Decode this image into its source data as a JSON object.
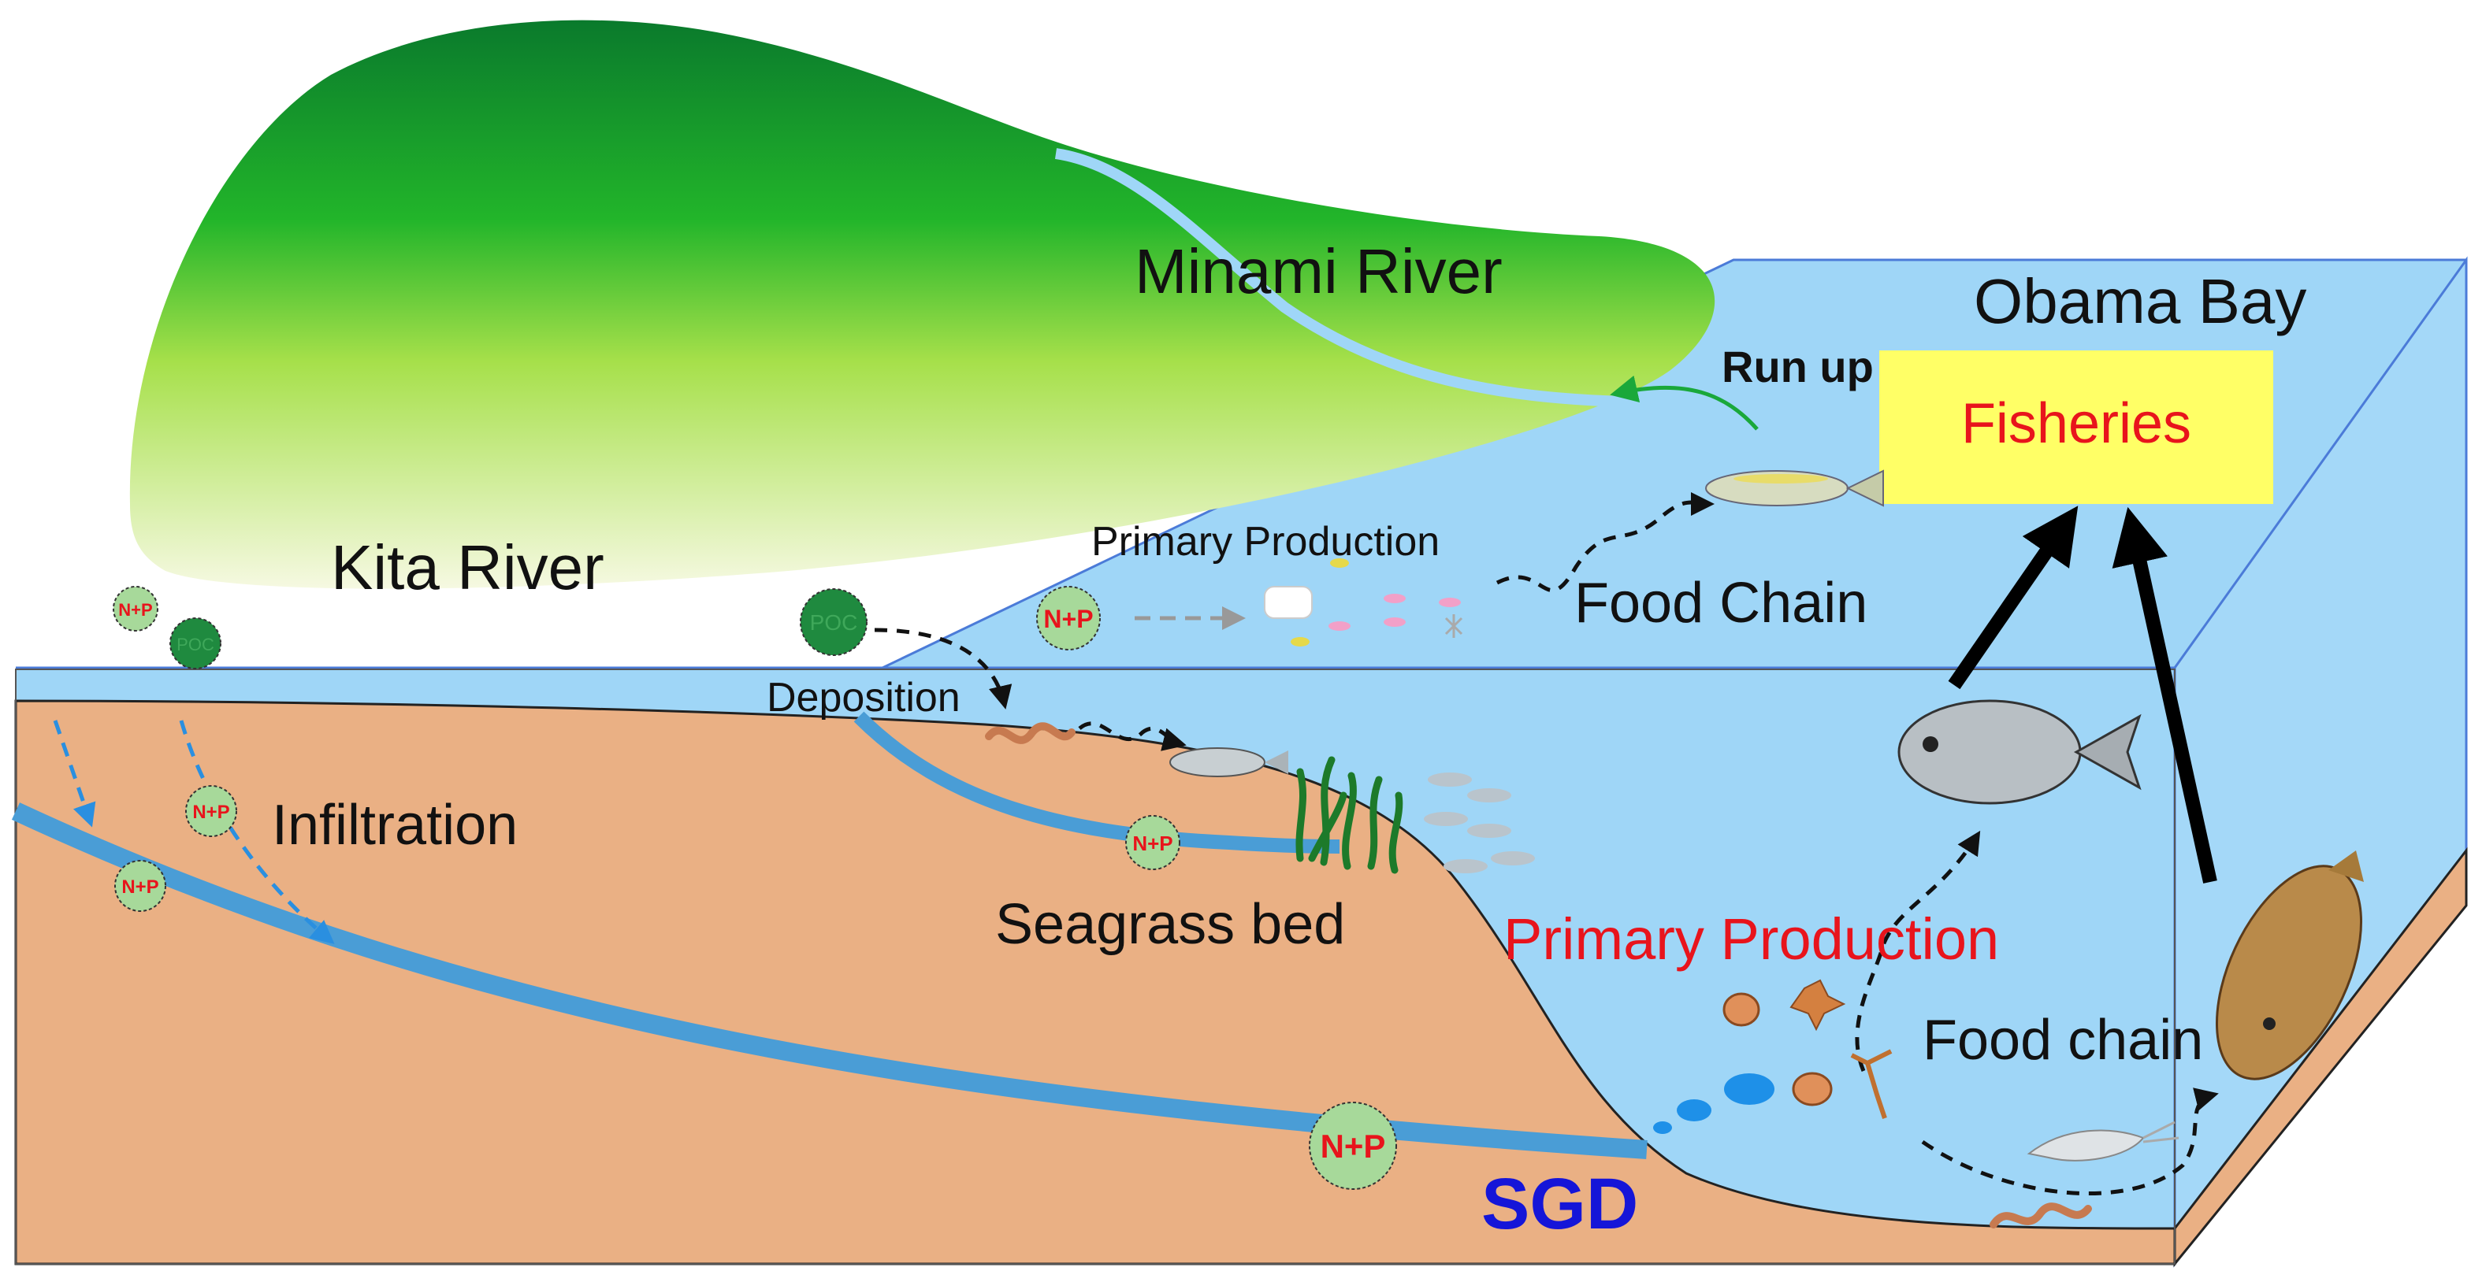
{
  "labels": {
    "minami_river": "Minami River",
    "obama_bay": "Obama Bay",
    "run_up": "Run up",
    "fisheries": "Fisheries",
    "kita_river": "Kita River",
    "primary_production_top": "Primary Production",
    "food_chain_top": "Food Chain",
    "deposition": "Deposition",
    "infiltration": "Infiltration",
    "seagrass_bed": "Seagrass bed",
    "primary_production_bottom": "Primary Production",
    "food_chain_bottom": "Food chain",
    "sgd": "SGD"
  },
  "nutrients": {
    "np": "N+P",
    "poc": "POC"
  },
  "colors": {
    "water": "#9fd6f7",
    "sediment": "#eab084",
    "hill_dark": "#0a8a32",
    "hill_light": "#f4f7d8",
    "fisheries_box": "#ffff66",
    "groundwater": "#4a9dd6",
    "np_circle": "#a7d99a",
    "poc_circle": "#1f8a3f"
  }
}
